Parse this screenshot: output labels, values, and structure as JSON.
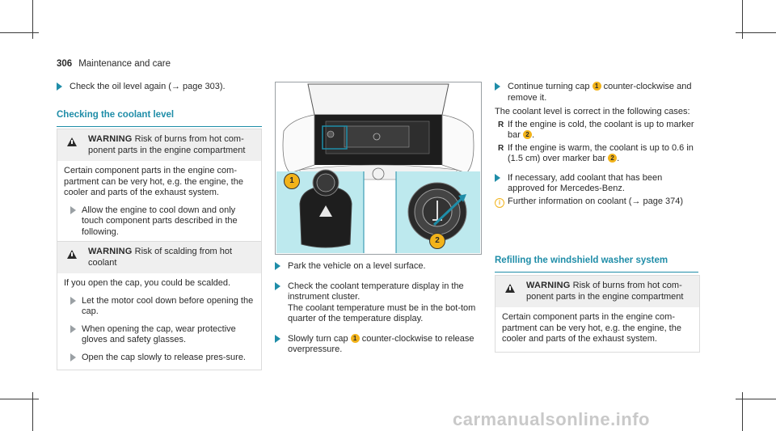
{
  "header": {
    "page_number": "306",
    "section": "Maintenance and care"
  },
  "col1": {
    "step_check_oil": "Check the oil level again (→ page 303).",
    "section_title": "Checking the coolant level",
    "warning1": {
      "label": "WARNING",
      "head_rest": " Risk of burns from hot com-",
      "head_line2": "ponent parts in the engine compartment",
      "body": "Certain component parts in the engine com-partment can be very hot, e.g. the engine, the cooler and parts of the exhaust system.",
      "step": "Allow the engine to cool down and only touch component parts described in the following."
    },
    "warning2": {
      "label": "WARNING",
      "head_rest": " Risk of scalding from hot",
      "head_line2": "coolant",
      "body": "If you open the cap, you could be scalded.",
      "step1": "Let the motor cool down before opening the cap.",
      "step2": "When opening the cap, wear protective gloves and safety glasses.",
      "step3": "Open the cap slowly to release pres-sure."
    }
  },
  "col2": {
    "callout1": "1",
    "callout2": "2",
    "step_park": "Park the vehicle on a level surface.",
    "step_check_temp": "Check the coolant temperature display in the instrument cluster.",
    "step_check_temp_note": "The coolant temperature must be in the bot-tom quarter of the temperature display.",
    "step_turn_a": "Slowly turn cap ",
    "step_turn_b": " counter-clockwise to release overpressure."
  },
  "col3": {
    "step_continue_a": "Continue turning cap ",
    "step_continue_b": " counter-clockwise and remove it.",
    "level_intro": "The coolant level is correct in the following cases:",
    "case_cold_a": "If the engine is cold, the coolant is up to marker bar ",
    "case_cold_b": ".",
    "case_warm_a": "If the engine is warm, the coolant is up to 0.6 in (1.5 cm) over marker bar ",
    "case_warm_b": ".",
    "step_add": "If necessary, add coolant that has been approved for Mercedes-Benz.",
    "info": "Further information on coolant (→ page 374)",
    "section_title2": "Refilling the windshield washer system",
    "warning3": {
      "label": "WARNING",
      "head_rest": " Risk of burns from hot com-",
      "head_line2": "ponent parts in the engine compartment",
      "body": "Certain component parts in the engine com-partment can be very hot, e.g. the engine, the cooler and parts of the exhaust system."
    }
  },
  "footer": {
    "watermark": "carmanualsonline.info"
  },
  "colors": {
    "accent": "#1f8da8",
    "callout": "#f2b31a",
    "image_bg": "#bde9ee"
  }
}
